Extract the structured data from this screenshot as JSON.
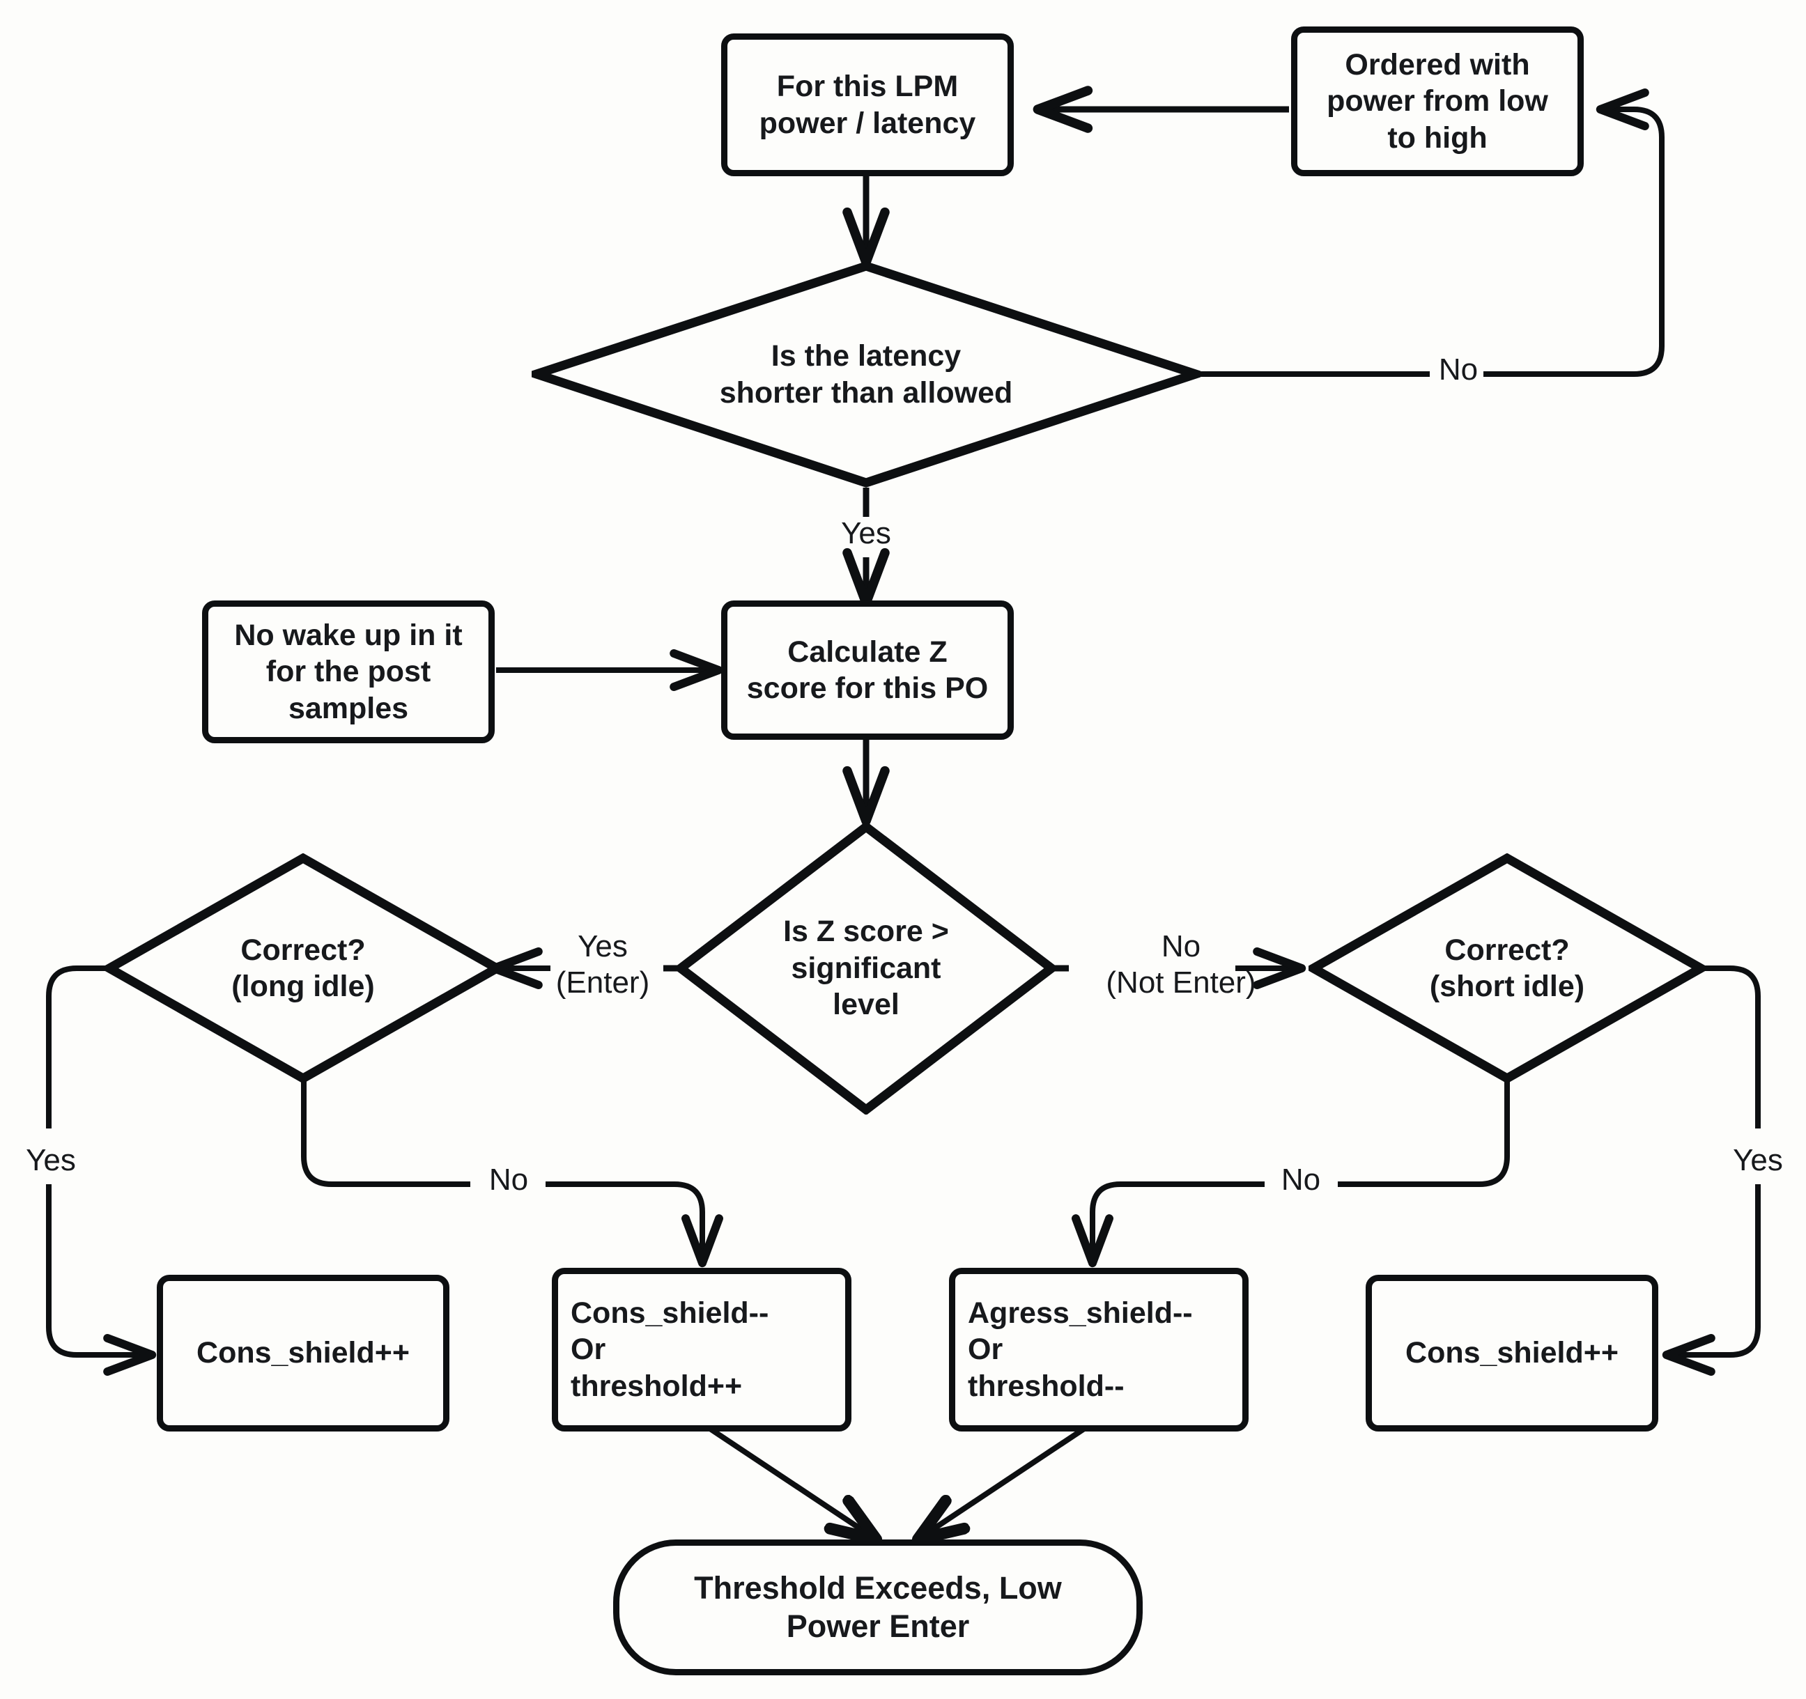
{
  "diagram": {
    "title": "Low Power Mode entry decision flowchart",
    "background_color": "#fdfdfb",
    "line_color": "#0d0f11",
    "text_color": "#17191c"
  },
  "nodes": {
    "lpm_box": {
      "label": "For this LPM\npower / latency",
      "shape": "process"
    },
    "ordered_box": {
      "label": "Ordered with\npower from low\nto high",
      "shape": "process"
    },
    "latency_decision": {
      "label": "Is the latency\nshorter than allowed",
      "shape": "decision"
    },
    "no_wakeup_box": {
      "label": "No wake up in it\nfor the post\nsamples",
      "shape": "process"
    },
    "calc_z_box": {
      "label": "Calculate Z\nscore for this PO",
      "shape": "process"
    },
    "z_decision": {
      "label": "Is Z score >\nsignificant\nlevel",
      "shape": "decision"
    },
    "correct_long_idle": {
      "label": "Correct?\n(long idle)",
      "shape": "decision"
    },
    "correct_short_idle": {
      "label": "Correct?\n(short idle)",
      "shape": "decision"
    },
    "cons_shield_inc_left": {
      "label": "Cons_shield++",
      "shape": "process"
    },
    "cons_shield_dec": {
      "label": "Cons_shield--\nOr\nthreshold++",
      "shape": "process"
    },
    "agress_shield_dec": {
      "label": "Agress_shield--\nOr\nthreshold--",
      "shape": "process"
    },
    "cons_shield_inc_right": {
      "label": "Cons_shield++",
      "shape": "process"
    },
    "threshold_exceeds": {
      "label": "Threshold Exceeds, Low\nPower Enter",
      "shape": "terminator"
    }
  },
  "edge_labels": {
    "latency_no": "No",
    "latency_yes": "Yes",
    "z_yes": "Yes\n(Enter)",
    "z_no": "No\n(Not Enter)",
    "long_idle_yes": "Yes",
    "long_idle_no": "No",
    "short_idle_no": "No",
    "short_idle_yes": "Yes"
  }
}
